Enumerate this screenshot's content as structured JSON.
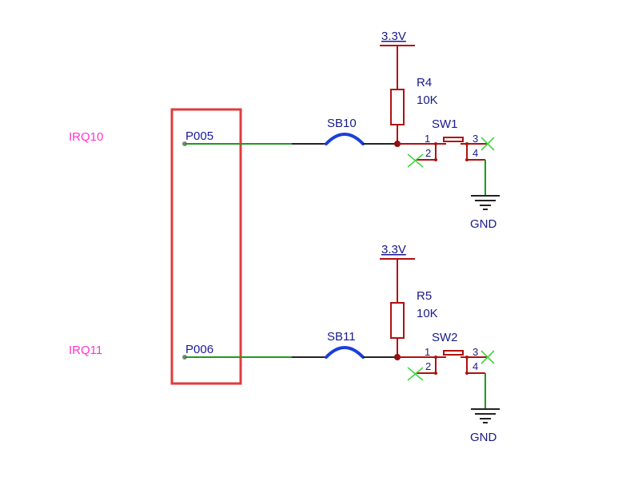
{
  "circuits": [
    {
      "irq_label": "IRQ10",
      "pin_label": "P005",
      "jumper_label": "SB10",
      "resistor_ref": "R4",
      "resistor_value": "10K",
      "switch_ref": "SW1",
      "power_label": "3.3V",
      "ground_label": "GND",
      "switch_pins": [
        "1",
        "2",
        "3",
        "4"
      ]
    },
    {
      "irq_label": "IRQ11",
      "pin_label": "P006",
      "jumper_label": "SB11",
      "resistor_ref": "R5",
      "resistor_value": "10K",
      "switch_ref": "SW2",
      "power_label": "3.3V",
      "ground_label": "GND",
      "switch_pins": [
        "1",
        "2",
        "3",
        "4"
      ]
    }
  ],
  "colors": {
    "irq_text": "#ff33cc",
    "wire": "#1e9a1e",
    "component": "#b01010",
    "jumper": "#1a3fd8",
    "highlight_box": "#e23b3b",
    "label_text": "#1a1a8a"
  }
}
